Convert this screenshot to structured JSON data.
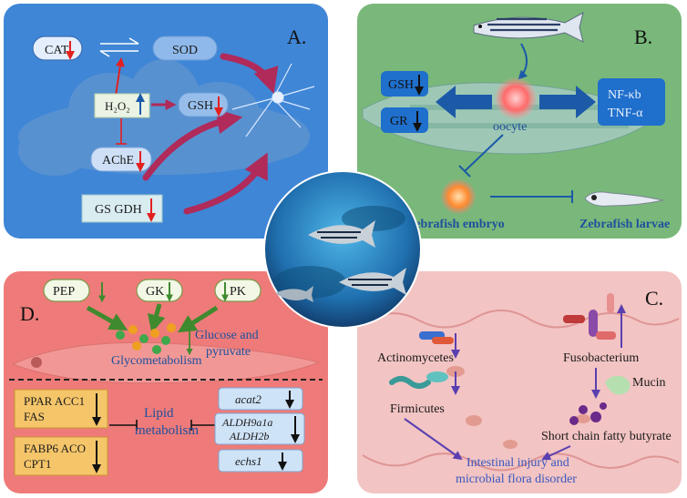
{
  "panelA": {
    "letter": "A.",
    "cat": "CAT",
    "sod": "SOD",
    "h2o2": "H₂O₂",
    "gsh": "GSH",
    "ache": "AChE",
    "gsgdh": "GS GDH"
  },
  "panelB": {
    "letter": "B.",
    "gsh": "GSH",
    "gr": "GR",
    "nfkb": "NF-κb",
    "tnfa": "TNF-α",
    "oocyte": "oocyte",
    "embryo": "Zebrafish embryo",
    "larvae": "Zebrafish larvae"
  },
  "panelC": {
    "letter": "C.",
    "actinomycetes": "Actinomycetes",
    "firmicutes": "Firmicutes",
    "fusobacterium": "Fusobacterium",
    "mucin": "Mucin",
    "scfa": "Short chain fatty butyrate",
    "outcome_l1": "Intestinal injury and",
    "outcome_l2": "microbial flora disorder"
  },
  "panelD": {
    "letter": "D.",
    "pep": "PEP",
    "gk": "GK",
    "pk": "PK",
    "glucose_l1": "Glucose and",
    "glucose_l2": "pyruvate",
    "glycometabolism": "Glycometabolism",
    "ppar_l1": "PPAR ACC1",
    "ppar_l2": "FAS",
    "fabp_l1": "FABP6 ACO",
    "fabp_l2": "CPT1",
    "lipid_l1": "Lipid",
    "lipid_l2": "metabolism",
    "acat2": "acat2",
    "aldh_l1": "ALDH9a1a",
    "aldh_l2": "ALDH2b",
    "echs1": "echs1"
  },
  "colors": {
    "panelA": "#3f86d6",
    "panelB": "#79b87a",
    "panelC": "#f2c4c3",
    "panelD": "#ee7b79",
    "arrow_red": "#e32020",
    "arrow_blue": "#1c5aa8",
    "arrow_maroon": "#b02a5a",
    "arrow_green": "#3f8a2e",
    "text_blue": "#1f4f9e"
  }
}
